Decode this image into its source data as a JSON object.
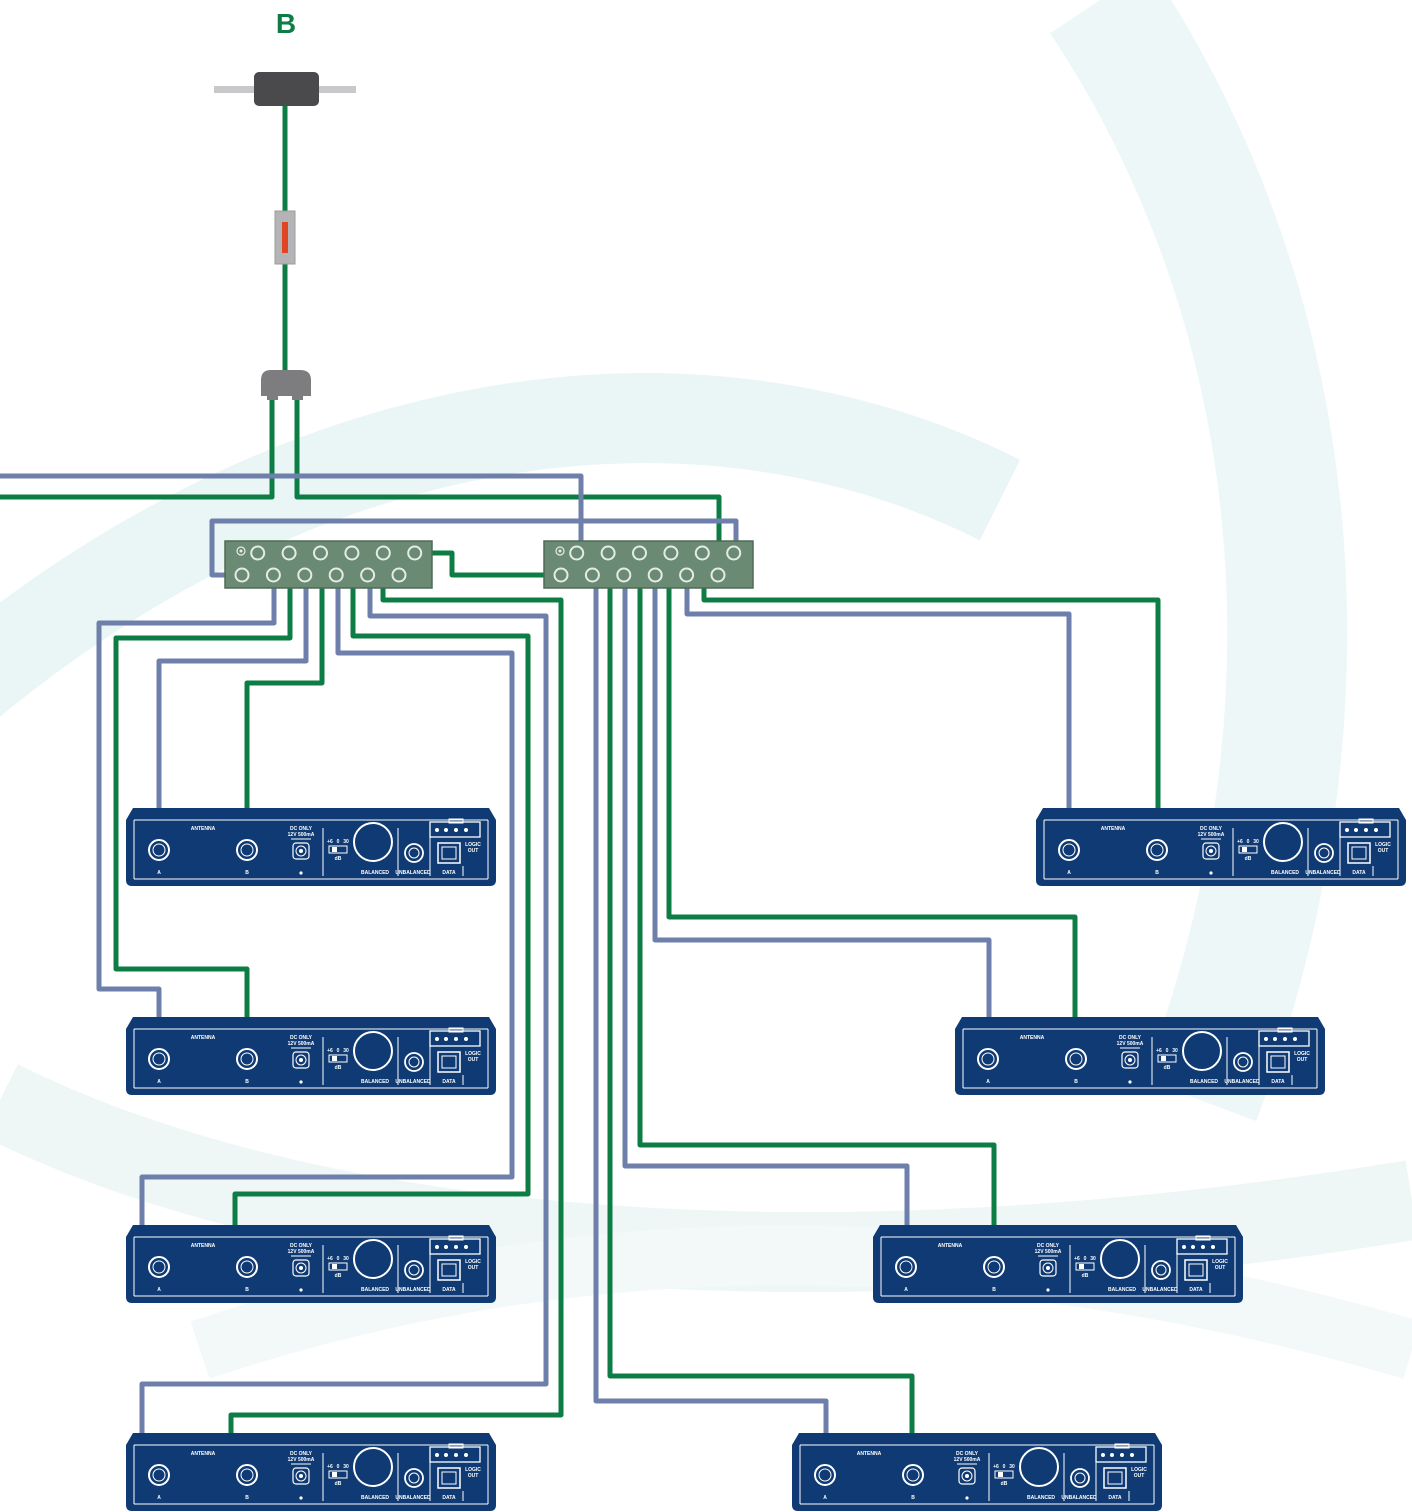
{
  "antenna": {
    "label": "B"
  },
  "colors": {
    "cable_green": "#0d7d45",
    "cable_blue": "#6f7fab",
    "unit_body": "#0f3a73",
    "splitter_body": "#6b8a74",
    "splitter_jack": "#e4ece6",
    "tuner_dark": "#4a4a4d",
    "connector_gray": "#7d7d80",
    "amp_red": "#e04524",
    "background_swoosh": "#e6f3f3"
  },
  "receiver_panel": {
    "antenna": "ANTENNA",
    "port_a": "A",
    "port_b": "B",
    "dc": "DC ONLY",
    "dc_rating": "12V 500mA",
    "db": "dB",
    "balanced": "BALANCED",
    "unbalanced": "UNBALANCED",
    "data": "DATA",
    "logic": "LOGIC",
    "out": "OUT",
    "gain_steps": [
      "+6",
      "0",
      "30"
    ]
  }
}
